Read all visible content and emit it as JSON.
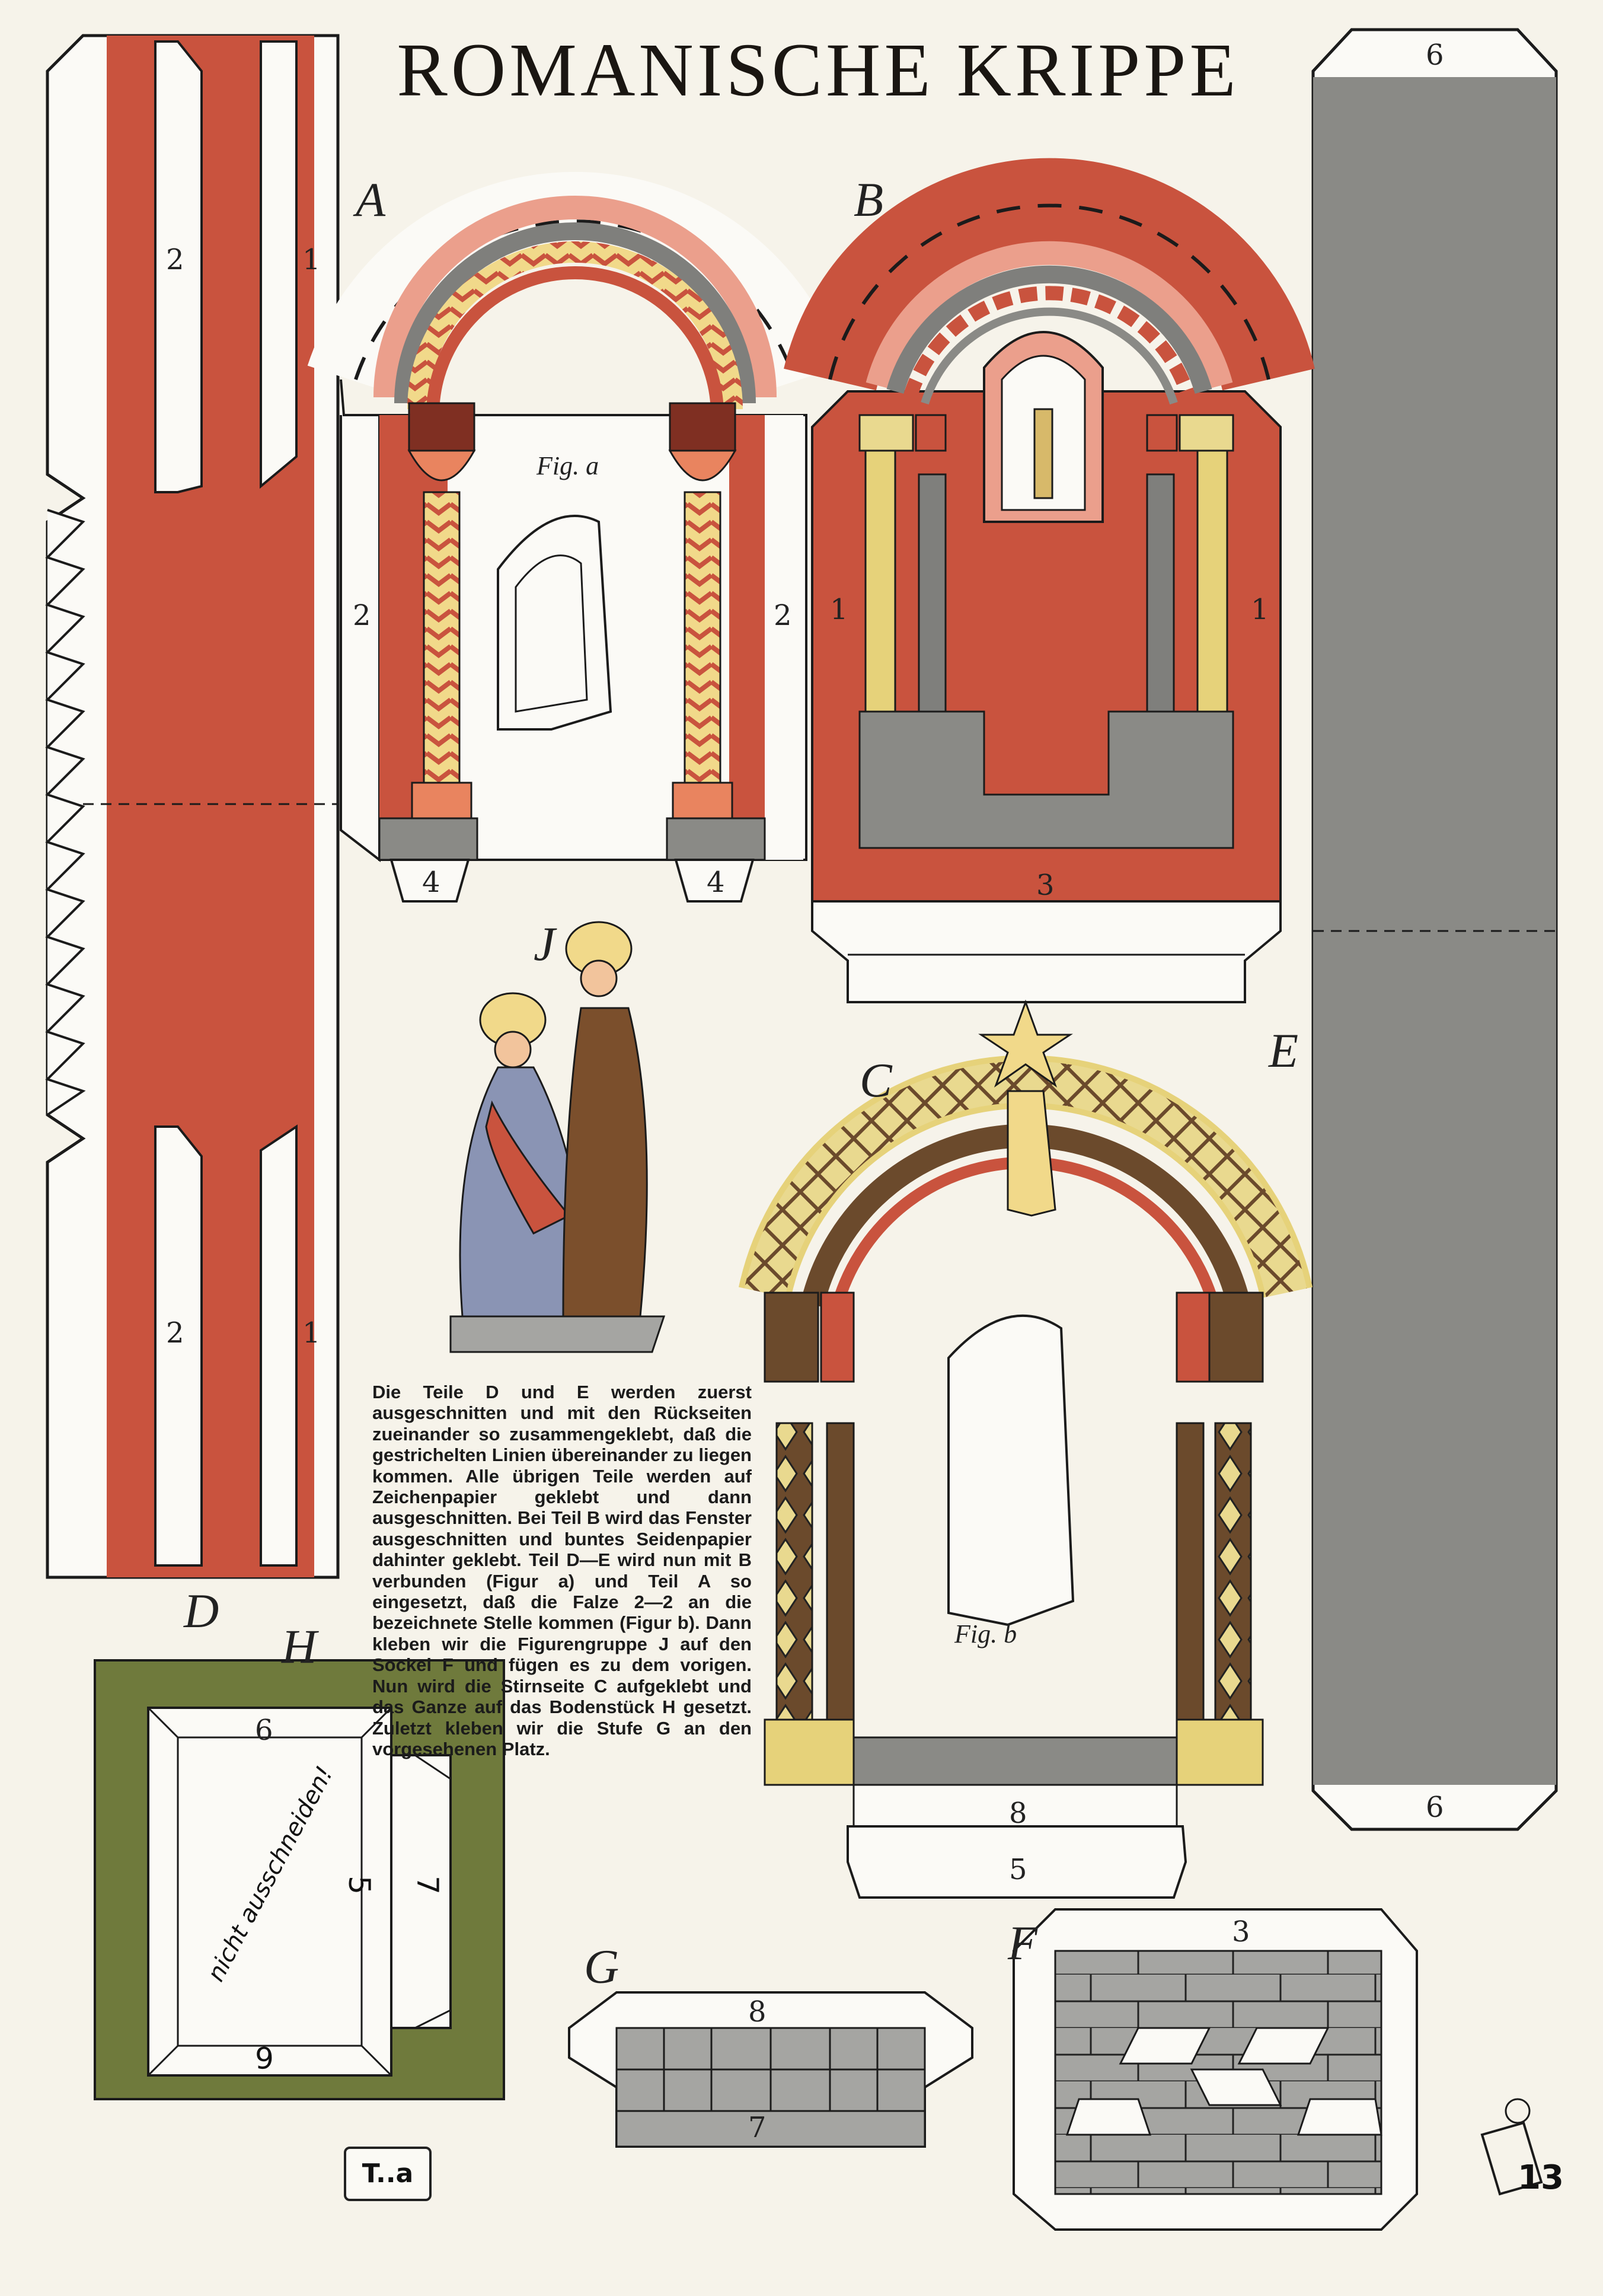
{
  "title": "ROMANISCHE KRIPPE",
  "parts": {
    "A": {
      "label": "A",
      "fold_left": "2",
      "fold_right": "2",
      "bottom_left": "4",
      "bottom_right": "4"
    },
    "B": {
      "label": "B",
      "fold_left": "1",
      "fold_right": "1",
      "bottom": "3"
    },
    "C": {
      "label": "C",
      "bottom_inner": "8",
      "bottom": "5"
    },
    "D": {
      "label": "D",
      "top_left": "2",
      "top_right": "1",
      "bottom_left": "2",
      "bottom_right": "1"
    },
    "E": {
      "label": "E",
      "top": "6",
      "bottom": "6"
    },
    "F": {
      "label": "F",
      "top": "3"
    },
    "G": {
      "label": "G",
      "top": "8",
      "bottom": "7"
    },
    "H": {
      "label": "H",
      "top": "6",
      "middle": "5",
      "bottom": "6",
      "side": "7",
      "note": "nicht ausschneiden!"
    },
    "J": {
      "label": "J"
    }
  },
  "figures": {
    "a": "Fig. a",
    "b": "Fig. b"
  },
  "instructions": "Die Teile D und E werden zuerst ausgeschnitten und mit den Rückseiten zueinander so zusammengeklebt, daß die gestrichelten Linien übereinander zu liegen kommen. Alle übrigen Teile werden auf Zeichenpapier geklebt und dann ausgeschnitten. Bei Teil B wird das Fenster ausgeschnitten und buntes Seidenpapier dahinter geklebt. Teil D—E wird nun mit B verbunden (Figur a) und Teil A so eingesetzt, daß die Falze 2—2 an die bezeichnete Stelle kommen (Figur b). Dann kleben wir die Figurengruppe J auf den Sockel F und fügen es zu dem vorigen. Nun wird die Stirnseite C aufgeklebt und das Ganze auf das Bodenstück H gesetzt. Zuletzt kleben wir die Stufe G an den vorgesehenen Platz.",
  "marker": "T..a",
  "page_number": "13",
  "colors": {
    "brick_red": "#c9533e",
    "grey": "#8a8a86",
    "olive_green": "#6f7a3c",
    "cream": "#f6f3ea",
    "gold": "#e6d27a",
    "ink": "#1b1b1b"
  }
}
